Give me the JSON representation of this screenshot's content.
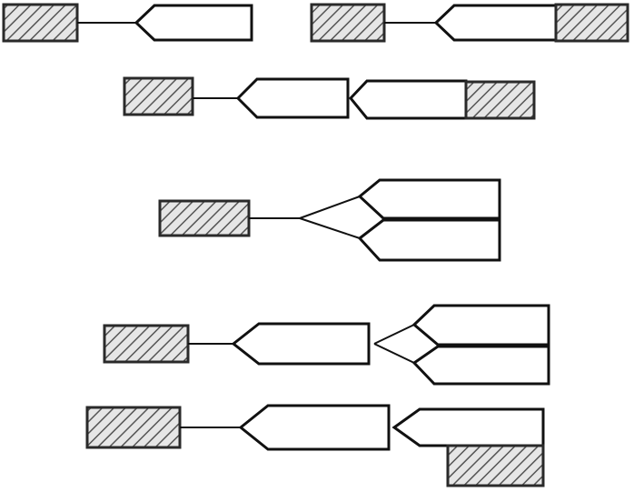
{
  "diagram": {
    "title": "",
    "style": {
      "stroke_color": "#111111",
      "hatch_color": "#555555",
      "fill_color": "#ffffff",
      "background": "#ffffff"
    },
    "configurations": [
      {
        "id": 1,
        "description": "",
        "elements": [
          "hatched-block",
          "single-arrow-tag"
        ]
      },
      {
        "id": 2,
        "description": "",
        "elements": [
          "hatched-block",
          "single-arrow-tag",
          "end-hatched-block"
        ]
      },
      {
        "id": 3,
        "description": "",
        "elements": [
          "hatched-block",
          "arrow-tag",
          "second-arrow-tag",
          "end-hatched-block"
        ]
      },
      {
        "id": 4,
        "description": "",
        "elements": [
          "hatched-block",
          "branch-fork",
          "upper-tag",
          "lower-tag"
        ]
      },
      {
        "id": 5,
        "description": "",
        "elements": [
          "hatched-block",
          "arrow-tag",
          "branch-fork",
          "upper-tag",
          "lower-tag"
        ]
      },
      {
        "id": 6,
        "description": "",
        "elements": [
          "hatched-block",
          "arrow-tag",
          "second-arrow-tag",
          "lower-hatched-block"
        ]
      }
    ]
  }
}
